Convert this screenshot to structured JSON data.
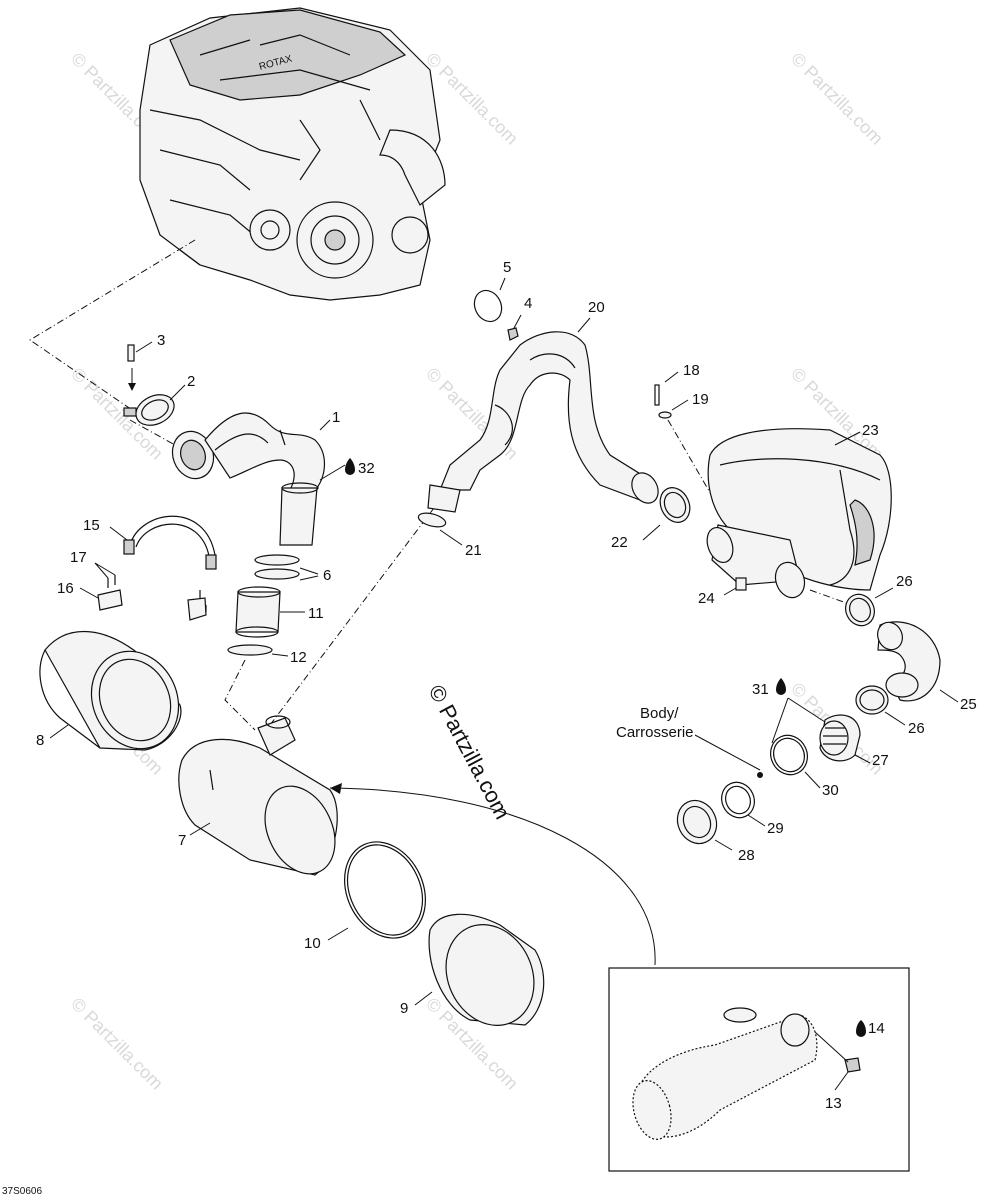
{
  "diagram_id": "37S0606",
  "watermark_small": "© Partzilla.com",
  "watermark_main": "© Partzilla.com",
  "body_label_line1": "Body/",
  "body_label_line2": "Carrosserie",
  "engine_logo_text": "ROTAX",
  "callouts": {
    "c1": "1",
    "c2": "2",
    "c3": "3",
    "c4": "4",
    "c5": "5",
    "c6": "6",
    "c7": "7",
    "c8": "8",
    "c9": "9",
    "c10": "10",
    "c11": "11",
    "c12": "12",
    "c13": "13",
    "c14": "14",
    "c15": "15",
    "c16": "16",
    "c17": "17",
    "c18": "18",
    "c19": "19",
    "c20": "20",
    "c21": "21",
    "c22": "22",
    "c23": "23",
    "c24": "24",
    "c25": "25",
    "c26a": "26",
    "c26b": "26",
    "c27": "27",
    "c28": "28",
    "c29": "29",
    "c30": "30",
    "c31": "31",
    "c32": "32"
  }
}
